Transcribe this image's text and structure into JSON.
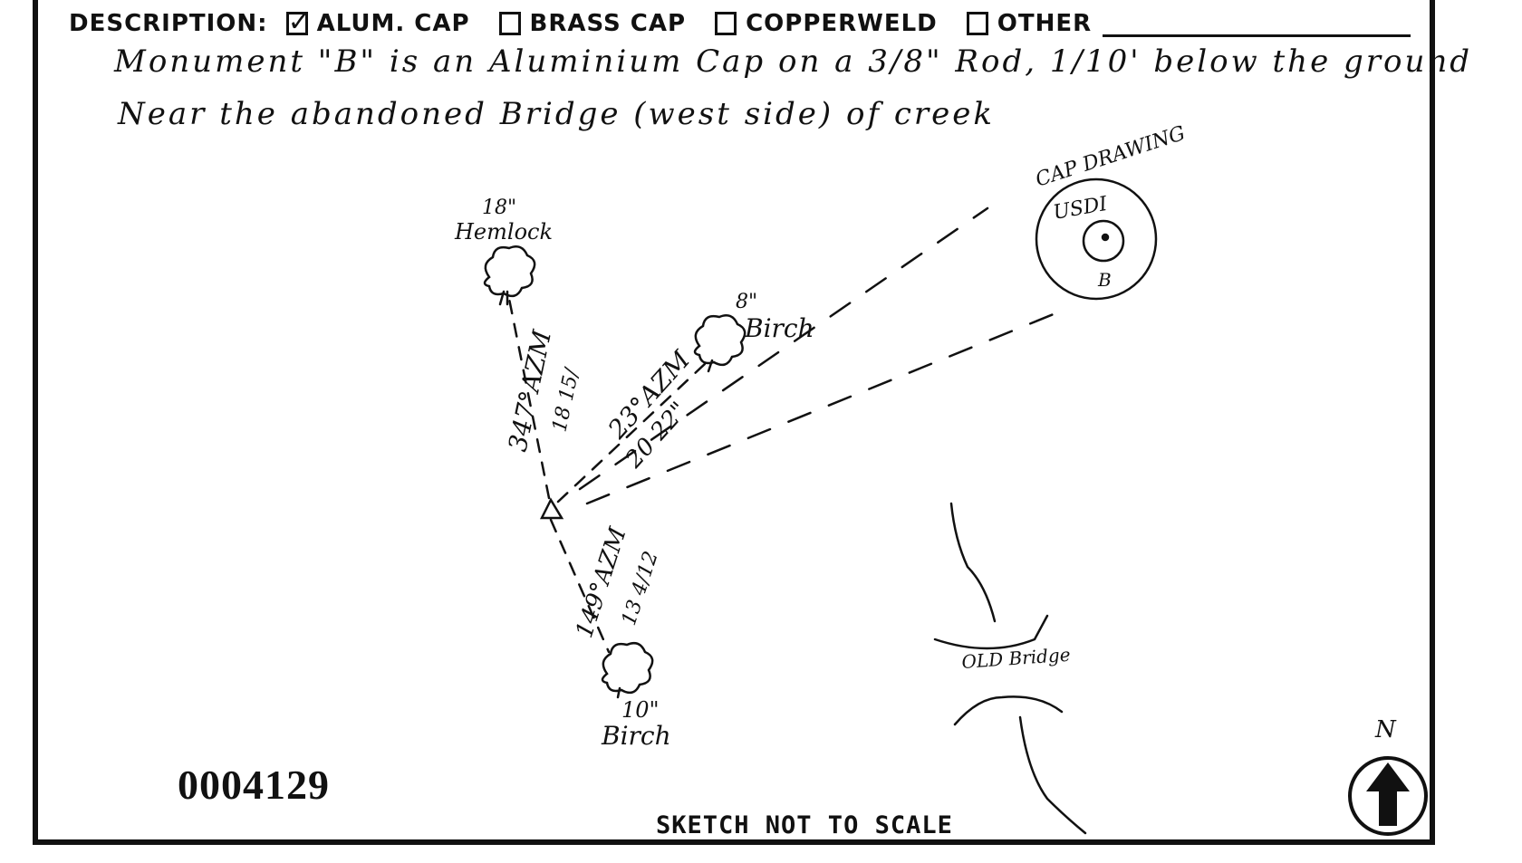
{
  "description": {
    "label": "DESCRIPTION:",
    "options": [
      {
        "label": "ALUM. CAP",
        "checked": true
      },
      {
        "label": "BRASS CAP",
        "checked": false
      },
      {
        "label": "COPPERWELD",
        "checked": false
      },
      {
        "label": "OTHER",
        "checked": false
      }
    ],
    "check_mark": "✓"
  },
  "notes": {
    "line1": "Monument \"B\" is an Aluminium Cap on a 3/8\" Rod, 1/10' below the ground",
    "line2": "Near the abandoned Bridge (west side) of creek"
  },
  "sketch": {
    "cap_drawing_label": "CAP DRAWING",
    "cap_text_top": "USDI",
    "cap_text_bottom": "B",
    "hemlock_size": "18\"",
    "hemlock_name": "Hemlock",
    "hemlock_azimuth": "347°AZM",
    "hemlock_distance": "18 15/",
    "birch_ne_size": "8\"",
    "birch_ne_name": "Birch",
    "birch_ne_azimuth": "23°AZM",
    "birch_ne_distance": "20 22\"",
    "birch_s_size": "10\"",
    "birch_s_name": "Birch",
    "birch_s_azimuth": "149°AZM",
    "birch_s_distance": "13 4/12",
    "bridge_label": "OLD Bridge",
    "north_label": "N"
  },
  "document_number": "0004129",
  "sketch_note": "SKETCH NOT TO SCALE"
}
